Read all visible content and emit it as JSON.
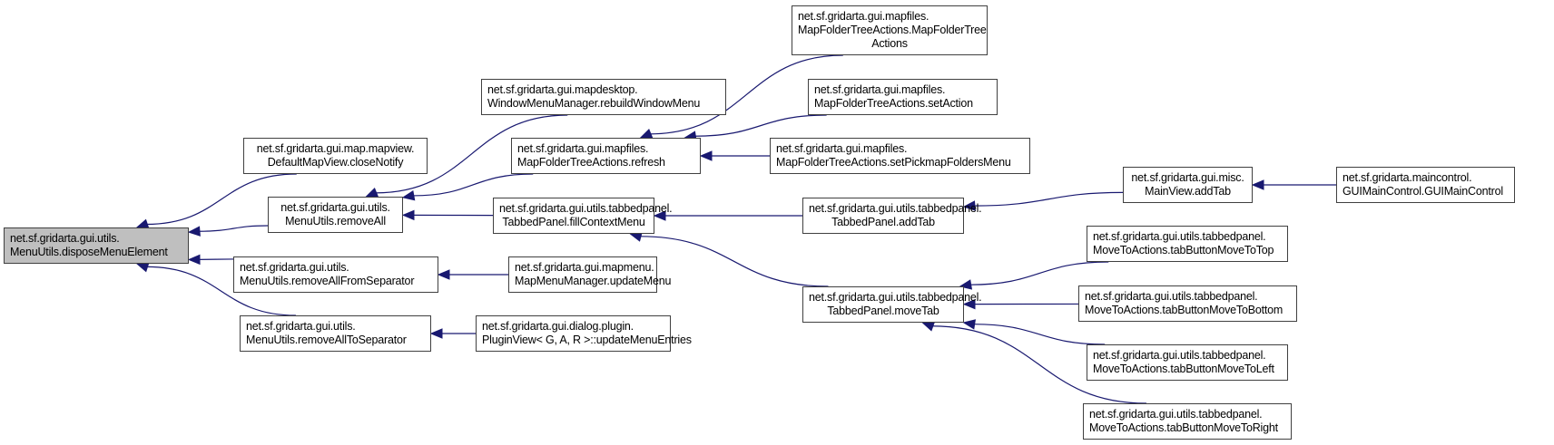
{
  "diagram": {
    "type": "doxygen-caller-graph",
    "edge_color": "#191970",
    "root_fill": "#bfbfbf",
    "nodes": [
      {
        "id": "dispose",
        "lines": [
          "net.sf.gridarta.gui.utils.",
          "MenuUtils.disposeMenuElement"
        ],
        "root": true
      },
      {
        "id": "closeNotify",
        "lines": [
          "net.sf.gridarta.gui.map.mapview.",
          "DefaultMapView.closeNotify"
        ]
      },
      {
        "id": "removeAll",
        "lines": [
          "net.sf.gridarta.gui.utils.",
          "MenuUtils.removeAll"
        ]
      },
      {
        "id": "removeAllFromSep",
        "lines": [
          "net.sf.gridarta.gui.utils.",
          "MenuUtils.removeAllFromSeparator"
        ]
      },
      {
        "id": "removeAllToSep",
        "lines": [
          "net.sf.gridarta.gui.utils.",
          "MenuUtils.removeAllToSeparator"
        ]
      },
      {
        "id": "rebuildWindowMenu",
        "lines": [
          "net.sf.gridarta.gui.mapdesktop.",
          "WindowMenuManager.rebuildWindowMenu"
        ]
      },
      {
        "id": "refresh",
        "lines": [
          "net.sf.gridarta.gui.mapfiles.",
          "MapFolderTreeActions.refresh"
        ]
      },
      {
        "id": "fillContextMenu",
        "lines": [
          "net.sf.gridarta.gui.utils.tabbedpanel.",
          "TabbedPanel.fillContextMenu"
        ]
      },
      {
        "id": "updateMenu",
        "lines": [
          "net.sf.gridarta.gui.mapmenu.",
          "MapMenuManager.updateMenu"
        ]
      },
      {
        "id": "updateMenuEntries",
        "lines": [
          "net.sf.gridarta.gui.dialog.plugin.",
          "PluginView< G, A, R >::updateMenuEntries"
        ]
      },
      {
        "id": "mftaCtor",
        "lines": [
          "net.sf.gridarta.gui.mapfiles.",
          "MapFolderTreeActions.MapFolderTree",
          "Actions"
        ]
      },
      {
        "id": "setAction",
        "lines": [
          "net.sf.gridarta.gui.mapfiles.",
          "MapFolderTreeActions.setAction"
        ]
      },
      {
        "id": "setPickmap",
        "lines": [
          "net.sf.gridarta.gui.mapfiles.",
          "MapFolderTreeActions.setPickmapFoldersMenu"
        ]
      },
      {
        "id": "tpAddTab",
        "lines": [
          "net.sf.gridarta.gui.utils.tabbedpanel.",
          "TabbedPanel.addTab"
        ]
      },
      {
        "id": "moveTab",
        "lines": [
          "net.sf.gridarta.gui.utils.tabbedpanel.",
          "TabbedPanel.moveTab"
        ]
      },
      {
        "id": "mvAddTab",
        "lines": [
          "net.sf.gridarta.gui.misc.",
          "MainView.addTab"
        ]
      },
      {
        "id": "guiMainControl",
        "lines": [
          "net.sf.gridarta.maincontrol.",
          "GUIMainControl.GUIMainControl"
        ]
      },
      {
        "id": "toTop",
        "lines": [
          "net.sf.gridarta.gui.utils.tabbedpanel.",
          "MoveToActions.tabButtonMoveToTop"
        ]
      },
      {
        "id": "toBottom",
        "lines": [
          "net.sf.gridarta.gui.utils.tabbedpanel.",
          "MoveToActions.tabButtonMoveToBottom"
        ]
      },
      {
        "id": "toLeft",
        "lines": [
          "net.sf.gridarta.gui.utils.tabbedpanel.",
          "MoveToActions.tabButtonMoveToLeft"
        ]
      },
      {
        "id": "toRight",
        "lines": [
          "net.sf.gridarta.gui.utils.tabbedpanel.",
          "MoveToActions.tabButtonMoveToRight"
        ]
      }
    ],
    "edges": [
      {
        "from": "closeNotify",
        "to": "dispose"
      },
      {
        "from": "removeAll",
        "to": "dispose"
      },
      {
        "from": "removeAllFromSep",
        "to": "dispose"
      },
      {
        "from": "removeAllToSep",
        "to": "dispose"
      },
      {
        "from": "rebuildWindowMenu",
        "to": "removeAll"
      },
      {
        "from": "refresh",
        "to": "removeAll"
      },
      {
        "from": "fillContextMenu",
        "to": "removeAll"
      },
      {
        "from": "updateMenu",
        "to": "removeAllFromSep"
      },
      {
        "from": "updateMenuEntries",
        "to": "removeAllToSep"
      },
      {
        "from": "mftaCtor",
        "to": "refresh"
      },
      {
        "from": "setAction",
        "to": "refresh"
      },
      {
        "from": "setPickmap",
        "to": "refresh"
      },
      {
        "from": "tpAddTab",
        "to": "fillContextMenu"
      },
      {
        "from": "moveTab",
        "to": "fillContextMenu"
      },
      {
        "from": "mvAddTab",
        "to": "tpAddTab"
      },
      {
        "from": "guiMainControl",
        "to": "mvAddTab"
      },
      {
        "from": "toTop",
        "to": "moveTab"
      },
      {
        "from": "toBottom",
        "to": "moveTab"
      },
      {
        "from": "toLeft",
        "to": "moveTab"
      },
      {
        "from": "toRight",
        "to": "moveTab"
      }
    ]
  }
}
